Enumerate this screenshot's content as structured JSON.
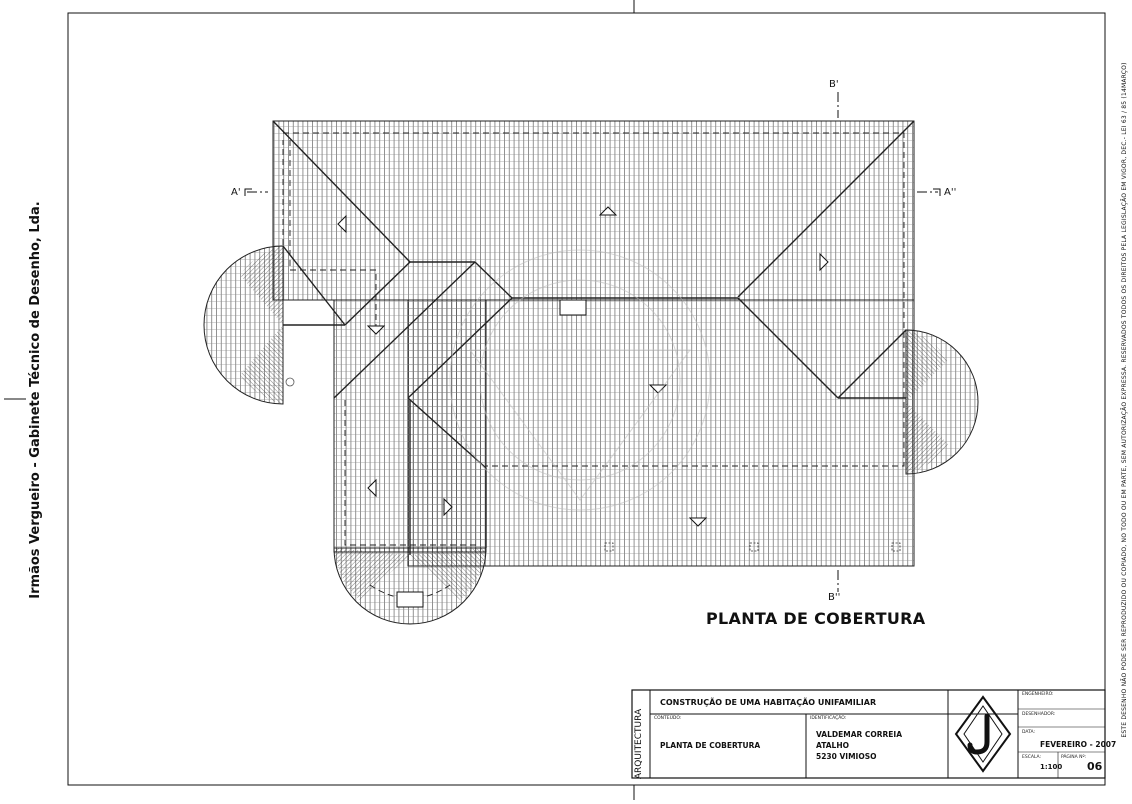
{
  "left_text": "Irmãos Vergueiro - Gabinete Técnico de Desenho, Lda.",
  "right_text": "ESTE DESENHO NÃO PODE SER REPRODUZIDO OU COPIADO, NO TODO OU EM PARTE, SEM AUTORIZAÇÃO EXPRESSA. RESERVADOS TODOS OS DIREITOS PELA LEGISLAÇÃO EM VIGOR, DEC.- LEI 63 / 85 (14MARÇO)",
  "plan": {
    "title": "PLANTA DE COBERTURA",
    "section_labels": {
      "a_left": "A'",
      "a_right": "A''",
      "b_top": "B'",
      "b_bottom": "B''"
    }
  },
  "title_block": {
    "discipline": "ARQUITECTURA",
    "project": "CONSTRUÇÃO DE UMA HABITAÇÃO UNIFAMILIAR",
    "content_label": "CONTEÚDO:",
    "content": "PLANTA DE COBERTURA",
    "ident_label": "IDENTIFICAÇÃO:",
    "client_name": "VALDEMAR CORREIA",
    "client_place": "ATALHO",
    "client_postcode": "5230 VIMIOSO",
    "engineer_label": "ENGENHEIRO:",
    "designer_label": "DESENHADOR:",
    "date_label": "DATA:",
    "date": "FEVEREIRO - 2007",
    "scale_label": "ESCALA:",
    "scale": "1:100",
    "page_label": "PÁGINA Nº:",
    "page": "06"
  }
}
